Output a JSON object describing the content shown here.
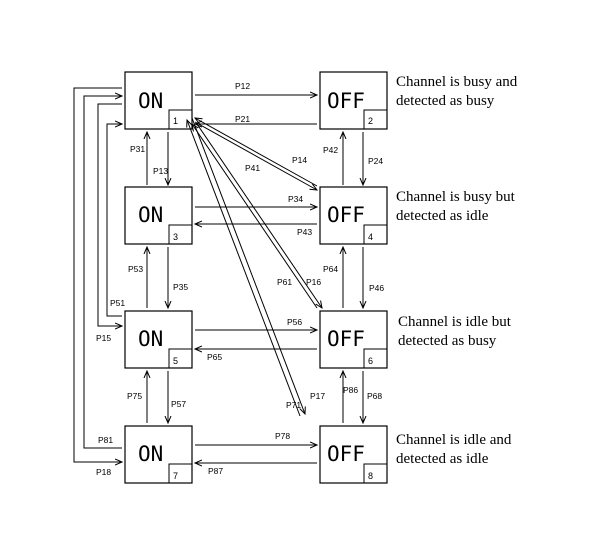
{
  "states": [
    {
      "id": "1",
      "label": "ON",
      "num": "1"
    },
    {
      "id": "2",
      "label": "OFF",
      "num": "2"
    },
    {
      "id": "3",
      "label": "ON",
      "num": "3"
    },
    {
      "id": "4",
      "label": "OFF",
      "num": "4"
    },
    {
      "id": "5",
      "label": "ON",
      "num": "5"
    },
    {
      "id": "6",
      "label": "OFF",
      "num": "6"
    },
    {
      "id": "7",
      "label": "ON",
      "num": "7"
    },
    {
      "id": "8",
      "label": "OFF",
      "num": "8"
    }
  ],
  "descriptions": [
    {
      "line1": "Channel is busy and",
      "line2": "detected as busy"
    },
    {
      "line1": "Channel is busy but",
      "line2": "detected as idle"
    },
    {
      "line1": "Channel is idle but",
      "line2": "detected as busy"
    },
    {
      "line1": "Channel is idle and",
      "line2": "detected as idle"
    }
  ],
  "transitions": {
    "p12": "P12",
    "p21": "P21",
    "p31": "P31",
    "p13": "P13",
    "p34": "P34",
    "p43": "P43",
    "p42": "P42",
    "p24": "P24",
    "p41": "P41",
    "p14": "P14",
    "p53": "P53",
    "p35": "P35",
    "p64": "P64",
    "p46": "P46",
    "p61": "P61",
    "p16": "P16",
    "p51": "P51",
    "p15": "P15",
    "p56": "P56",
    "p65": "P65",
    "p75": "P75",
    "p57": "P57",
    "p86": "P86",
    "p68": "P68",
    "p71": "P71",
    "p17": "P17",
    "p78": "P78",
    "p87": "P87",
    "p81": "P81",
    "p18": "P18"
  }
}
